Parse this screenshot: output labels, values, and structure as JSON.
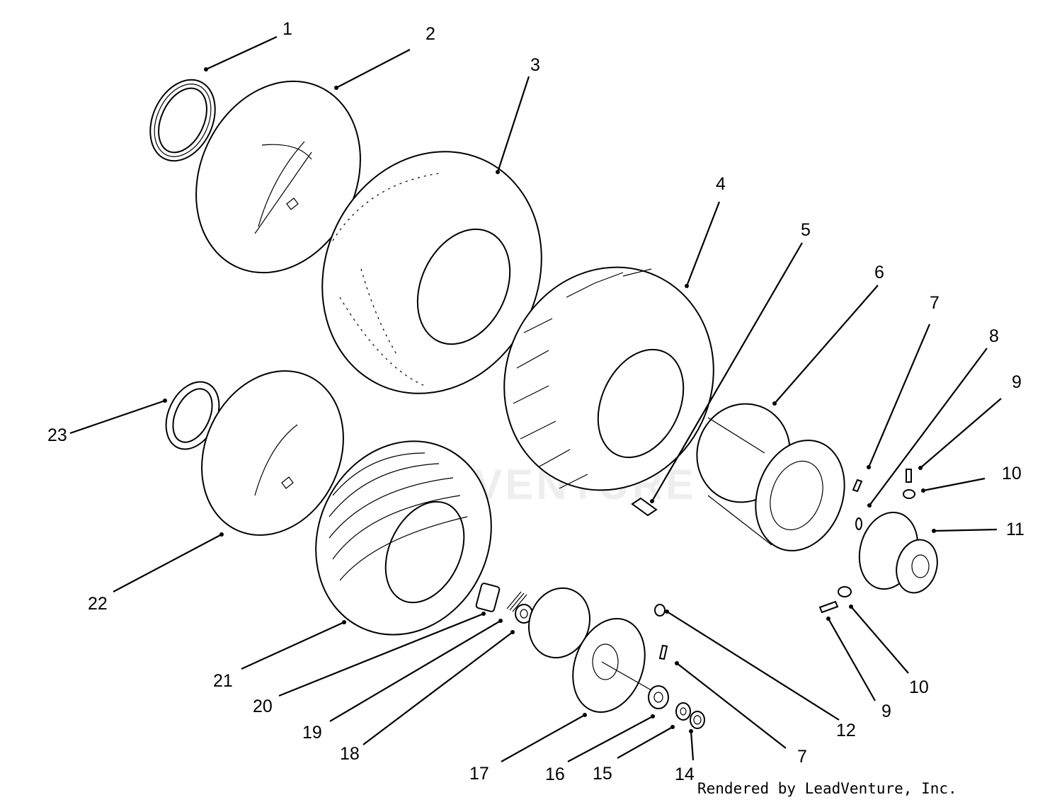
{
  "labels": {
    "l1": "1",
    "l2": "2",
    "l3": "3",
    "l4": "4",
    "l5": "5",
    "l6": "6",
    "l7a": "7",
    "l8": "8",
    "l9a": "9",
    "l10a": "10",
    "l11": "11",
    "l9b": "9",
    "l10b": "10",
    "l12": "12",
    "l7b": "7",
    "l14": "14",
    "l15": "15",
    "l16": "16",
    "l17": "17",
    "l18": "18",
    "l19": "19",
    "l20": "20",
    "l21": "21",
    "l22": "22",
    "l23": "23"
  },
  "watermark": "LEADVENTURE",
  "footer": "Rendered by LeadVenture, Inc."
}
